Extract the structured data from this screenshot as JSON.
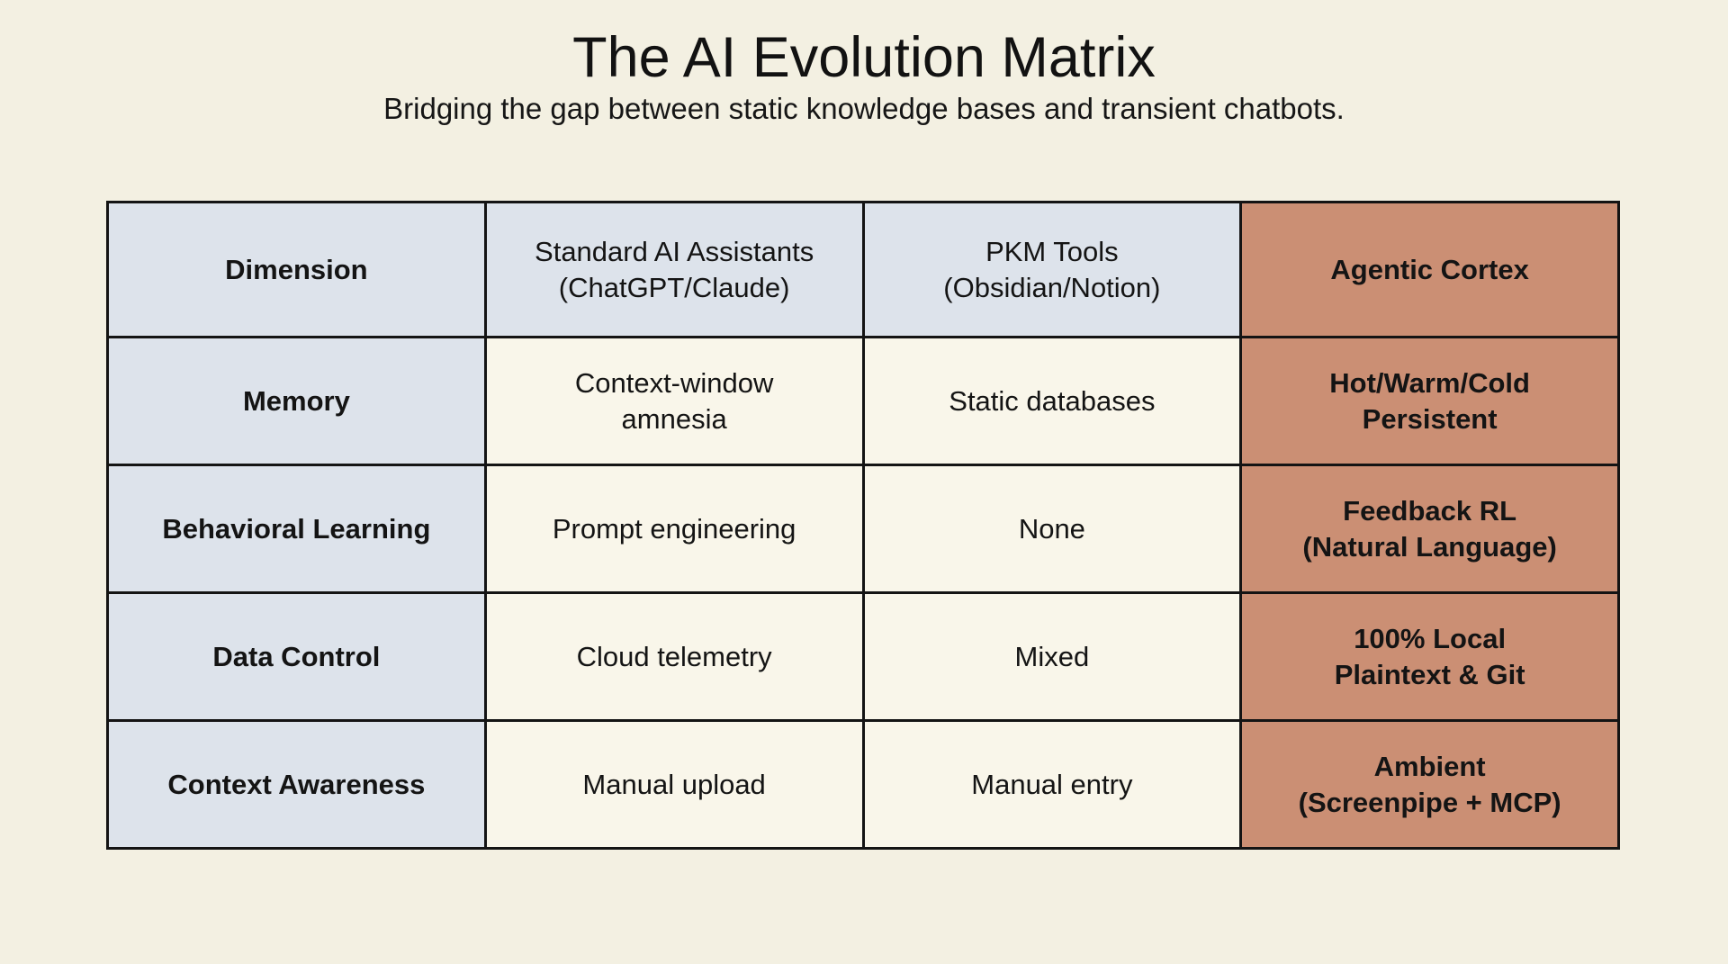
{
  "page": {
    "title": "The AI Evolution Matrix",
    "subtitle": "Bridging the gap between static knowledge bases and transient chatbots."
  },
  "colors": {
    "page_bg": "#f3f0e2",
    "cell_bg": "#f9f6ea",
    "header_bg": "#dde3eb",
    "accent_bg": "#cb8f74",
    "border": "#141414",
    "text": "#141414"
  },
  "table": {
    "columns": [
      {
        "label": "Dimension"
      },
      {
        "label": "Standard AI Assistants\n(ChatGPT/Claude)"
      },
      {
        "label": "PKM Tools\n(Obsidian/Notion)"
      },
      {
        "label": "Agentic Cortex"
      }
    ],
    "rows": [
      {
        "dimension": "Memory",
        "cells": [
          "Context-window\namnesia",
          "Static databases",
          "Hot/Warm/Cold\nPersistent"
        ]
      },
      {
        "dimension": "Behavioral Learning",
        "cells": [
          "Prompt engineering",
          "None",
          "Feedback RL\n(Natural Language)"
        ]
      },
      {
        "dimension": "Data Control",
        "cells": [
          "Cloud telemetry",
          "Mixed",
          "100% Local\nPlaintext & Git"
        ]
      },
      {
        "dimension": "Context Awareness",
        "cells": [
          "Manual upload",
          "Manual entry",
          "Ambient\n(Screenpipe + MCP)"
        ]
      }
    ]
  },
  "chart_data": {
    "type": "table",
    "title": "The AI Evolution Matrix",
    "subtitle": "Bridging the gap between static knowledge bases and transient chatbots.",
    "columns": [
      "Dimension",
      "Standard AI Assistants (ChatGPT/Claude)",
      "PKM Tools (Obsidian/Notion)",
      "Agentic Cortex"
    ],
    "rows": [
      [
        "Memory",
        "Context-window amnesia",
        "Static databases",
        "Hot/Warm/Cold Persistent"
      ],
      [
        "Behavioral Learning",
        "Prompt engineering",
        "None",
        "Feedback RL (Natural Language)"
      ],
      [
        "Data Control",
        "Cloud telemetry",
        "Mixed",
        "100% Local Plaintext & Git"
      ],
      [
        "Context Awareness",
        "Manual upload",
        "Manual entry",
        "Ambient (Screenpipe + MCP)"
      ]
    ],
    "layout_hints": {
      "highlight_column": "Agentic Cortex",
      "highlight_color": "#cb8f74",
      "header_and_first_column_color": "#dde3eb",
      "equal_column_widths": true
    }
  }
}
